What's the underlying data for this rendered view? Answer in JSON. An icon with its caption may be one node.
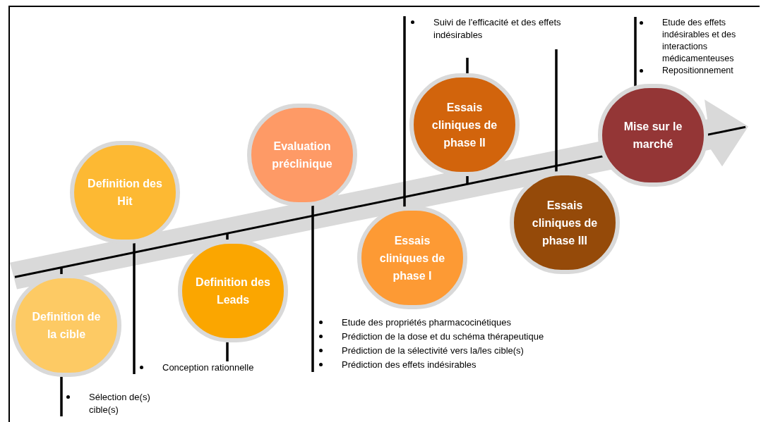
{
  "diagram": {
    "nodes": [
      {
        "text": [
          "Definition de la cible"
        ]
      },
      {
        "text": [
          "Definition des Hit"
        ]
      },
      {
        "text": [
          "Definition des Leads"
        ]
      },
      {
        "text": [
          "Evaluation préclinique"
        ]
      },
      {
        "text": [
          "Essais cliniques de phase I"
        ]
      },
      {
        "text": [
          "Essais cliniques de phase II"
        ]
      },
      {
        "text": [
          "Essais cliniques de phase III"
        ]
      },
      {
        "text": [
          "Mise sur le marché"
        ]
      },
      {
        "text": [
          "Sélection de(s) cible(s)"
        ]
      },
      {
        "text": [
          "Conception rationnelle"
        ]
      },
      {
        "text": [
          "Etude des propriétés pharmacocinétiques",
          "Prédiction de la dose et du schéma thérapeutique",
          "Prédiction de la sélectivité vers la/les cible(s)",
          "Prédiction des effets indésirables"
        ]
      },
      {
        "text": [
          "Suivi de l'efficacité et des effets indésirables"
        ]
      },
      {
        "text": [
          "Etude des effets indésirables et des interactions médicamenteuses",
          "Repositionnement"
        ]
      }
    ],
    "edges": [
      {
        "from": 0,
        "to": null,
        "arrow": "none"
      },
      {
        "from": 8,
        "to": 0,
        "arrow": "none"
      },
      {
        "from": 9,
        "to": 1,
        "arrow": "none"
      },
      {
        "from": 2,
        "to": null,
        "arrow": "none"
      },
      {
        "from": 2,
        "to": 9,
        "arrow": "none"
      },
      {
        "from": 10,
        "to": 3,
        "arrow": "none"
      },
      {
        "from": 11,
        "to": 4,
        "arrow": "none"
      },
      {
        "from": null,
        "to": 5,
        "arrow": "none"
      },
      {
        "from": 5,
        "to": null,
        "arrow": "none"
      },
      {
        "from": 6,
        "to": null,
        "arrow": "none"
      },
      {
        "from": 12,
        "to": 7,
        "arrow": "none"
      },
      {
        "from": 0,
        "to": null,
        "arrow": "to",
        "style": "thick",
        "color": "#d9d9d9"
      }
    ]
  }
}
